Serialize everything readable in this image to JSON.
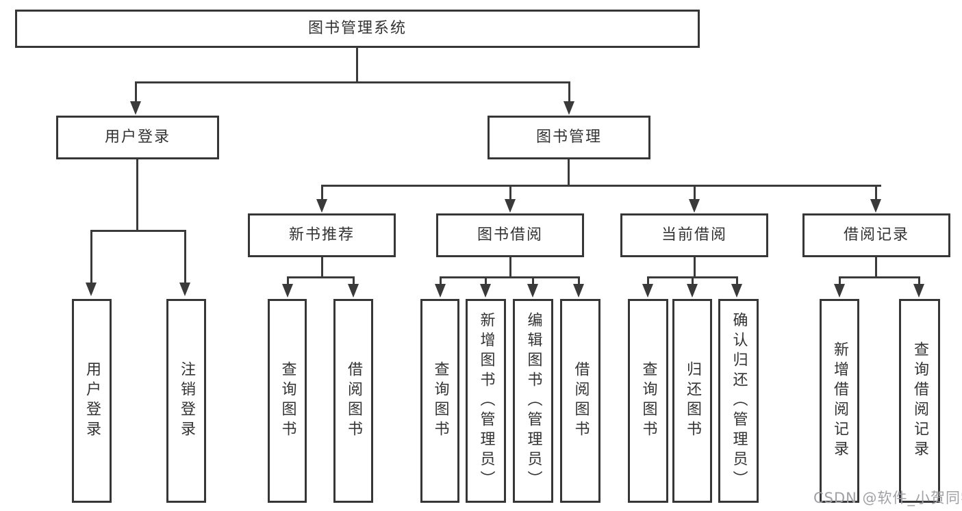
{
  "diagram": {
    "root": {
      "label": "图书管理系统"
    },
    "level2": [
      {
        "label": "用户登录"
      },
      {
        "label": "图书管理"
      }
    ],
    "level3": [
      {
        "label": "新书推荐"
      },
      {
        "label": "图书借阅"
      },
      {
        "label": "当前借阅"
      },
      {
        "label": "借阅记录"
      }
    ],
    "leaves": {
      "user_login": [
        {
          "label": "用户登录"
        },
        {
          "label": "注销登录"
        }
      ],
      "new_book": [
        {
          "label": "查询图书"
        },
        {
          "label": "借阅图书"
        }
      ],
      "book_borrow": [
        {
          "label": "查询图书"
        },
        {
          "label": "新增图书（管理员）"
        },
        {
          "label": "编辑图书（管理员）"
        },
        {
          "label": "借阅图书"
        }
      ],
      "current_borrow": [
        {
          "label": "查询图书"
        },
        {
          "label": "归还图书"
        },
        {
          "label": "确认归还（管理员）"
        }
      ],
      "borrow_records": [
        {
          "label": "新增借阅记录"
        },
        {
          "label": "查询借阅记录"
        }
      ]
    },
    "watermark": "CSDN @软件_小贺同学",
    "colors": {
      "line": "#3a3a3a",
      "border": "#363636",
      "text": "#333333",
      "watermark": "#a0a0a6",
      "background": "#ffffff"
    }
  }
}
